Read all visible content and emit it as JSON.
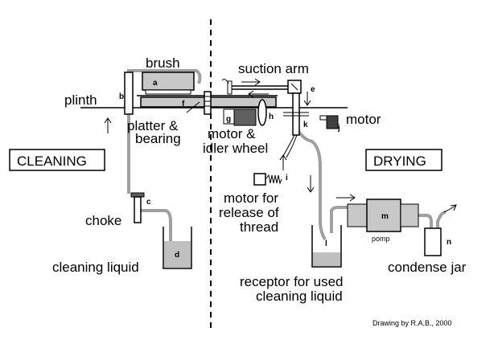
{
  "labels": {
    "brush": "brush",
    "suction_arm": "suction arm",
    "plinth": "plinth",
    "platter_1": "platter &",
    "platter_2": "bearing",
    "motor_idler_1": "motor &",
    "motor_idler_2": "idler wheel",
    "motor": "motor",
    "cleaning": "CLEANING",
    "drying": "DRYING",
    "motor_release_1": "motor for",
    "motor_release_2": "release of",
    "motor_release_3": "thread",
    "choke": "choke",
    "cleaning_liquid": "cleaning liquid",
    "pomp": "pomp",
    "condense_jar": "condense jar",
    "receptor_1": "receptor for used",
    "receptor_2": "cleaning liquid",
    "credit": "Drawing by R.A.B., 2000"
  },
  "letters": {
    "a": "a",
    "b": "b",
    "c": "c",
    "d": "d",
    "e": "e",
    "f": "f",
    "g": "g",
    "h": "h",
    "i": "i",
    "j": "j",
    "k": "k",
    "l": "l",
    "m": "m",
    "n": "n"
  },
  "colors": {
    "tube": "#a0a0a0",
    "component_gray": "#c8c8c8",
    "dark_gray": "#606060",
    "liquid": "#c0c0c0",
    "line": "#000000"
  }
}
